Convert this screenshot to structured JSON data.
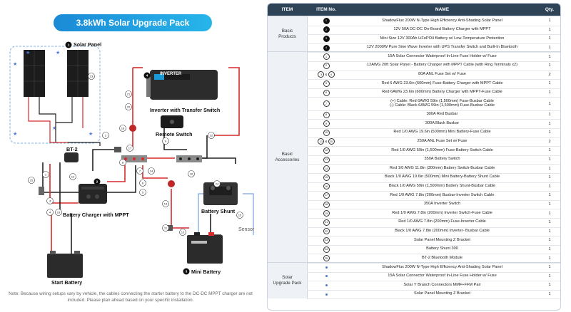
{
  "diagram": {
    "title": "3.8kWh Solar Upgrade Pack",
    "labels": {
      "solar_panel": "Solar Panel",
      "inverter": "Inverter with Transfer Switch",
      "inverter_brand": "INVERTER",
      "remote": "Remote Switch",
      "bt2": "BT-2",
      "charger": "Battery Charger with MPPT",
      "shunt": "Battery Shunt",
      "sensor": "Sensor",
      "start_battery": "Start Battery",
      "mini_battery": "Mini Battery"
    },
    "note": "Note: Because wiring setups vary by vehicle, the cables connecting the starter battery to the DC-DC MPPT charger are not included. Please plan ahead based on your specific installation."
  },
  "table": {
    "headers": {
      "item": "ITEM",
      "item_no": "ITEM No.",
      "name": "NAME",
      "qty": "Qty."
    },
    "groups": [
      {
        "label": "Basic\nProducts",
        "rows": [
          {
            "no": [
              "1"
            ],
            "style": "filled",
            "name": "ShadowFlux 200W N-Type High Efficiency Anti-Shading Solar Panel",
            "qty": "1"
          },
          {
            "no": [
              "2"
            ],
            "style": "filled",
            "name": "12V 50A DC-DC On-Board Battery Charger with MPPT",
            "qty": "1"
          },
          {
            "no": [
              "3"
            ],
            "style": "filled",
            "name": "Mini Size 12V 300Ah LiFePO4 Battery w/ Low-Temperature Protection",
            "qty": "1"
          },
          {
            "no": [
              "4"
            ],
            "style": "filled",
            "name": "12V 2000W Pure Sine Wave Inverter with UPS Transfer Switch and Built-In Bluetooth",
            "qty": "1"
          }
        ]
      },
      {
        "label": "Basic\nAccessories",
        "rows": [
          {
            "no": [
              "1"
            ],
            "style": "outline",
            "name": "15A Solar Connector Waterproof In-Line Fuse Holder w/ Fuse",
            "qty": "1"
          },
          {
            "no": [
              "2"
            ],
            "style": "outline",
            "name": "12AWG 20ft Solar Panel - Battery Charger with MPPT Cable (with Ring Terminals x2)",
            "qty": "1"
          },
          {
            "no": [
              "3",
              "4"
            ],
            "style": "outline",
            "name": "80A ANL Fuse Set w/ Fuse",
            "qty": "2"
          },
          {
            "no": [
              "5"
            ],
            "style": "outline",
            "name": "Red 6 AWG 23.6in (600mm) Fuse-Battery Charger with MPPT Cable",
            "qty": "1"
          },
          {
            "no": [
              "6"
            ],
            "style": "outline",
            "name": "Red 6AWG 23.6in (600mm)  Battery Charger with MPPT-Fuse Cable",
            "qty": "1"
          },
          {
            "no": [
              "7"
            ],
            "style": "outline",
            "tall": true,
            "name": "(+) Cable: Red 6AWG 59in (1,500mm) Fuse-Busbar Cable\n(-) Cable: Black 6AWG  59in (1,500mm) Fuse-Busbar Cable",
            "qty": "1"
          },
          {
            "no": [
              "8"
            ],
            "style": "outline",
            "name": "300A Red Busbar",
            "qty": "1"
          },
          {
            "no": [
              "9"
            ],
            "style": "outline",
            "name": "300A Black Busbar",
            "qty": "1"
          },
          {
            "no": [
              "10"
            ],
            "style": "outline",
            "name": "Red 1/0 AWG 19.6in (500mm) Mini Battery-Fuse Cable",
            "qty": "1"
          },
          {
            "no": [
              "11",
              "20"
            ],
            "style": "outline",
            "name": "250A ANL Fuse Set w/ Fuse",
            "qty": "2"
          },
          {
            "no": [
              "12"
            ],
            "style": "outline",
            "name": "Red 1/0 AWG 59in (1,500mm)  Fuse-Battery Switch Cable",
            "qty": "1"
          },
          {
            "no": [
              "13"
            ],
            "style": "outline",
            "name": "350A Battery Switch",
            "qty": "1"
          },
          {
            "no": [
              "14"
            ],
            "style": "outline",
            "name": "Red 1/0 AWG 11.8in (300mm) Battery Switch-Busbar Cable",
            "qty": "1"
          },
          {
            "no": [
              "15"
            ],
            "style": "outline",
            "name": "Black 1/0 AWG 19.6in (500mm) Mini Battery-Battery Shunt Cable",
            "qty": "1"
          },
          {
            "no": [
              "16"
            ],
            "style": "outline",
            "name": "Black 1/0 AWG 59in (1,500mm) Battery Shunt-Busbar Cable",
            "qty": "1"
          },
          {
            "no": [
              "17"
            ],
            "style": "outline",
            "name": "Red 1/0 AWG 7.8in (200mm) Busbar-Inverter Switch Cable",
            "qty": "1"
          },
          {
            "no": [
              "18"
            ],
            "style": "outline",
            "name": "350A Inverter Switch",
            "qty": "1"
          },
          {
            "no": [
              "19"
            ],
            "style": "outline",
            "name": "Red 1/0 AWG 7.8in (200mm) Inverter Switch-Fuse Cable",
            "qty": "1"
          },
          {
            "no": [
              "21"
            ],
            "style": "outline",
            "name": "Red 1/0 AWG 7.8in (200mm)  Fuse-Inverter Cable",
            "qty": "1"
          },
          {
            "no": [
              "22"
            ],
            "style": "outline",
            "name": "Black 1/0 AWG 7.8in (200mm)  Inverter- Busbar Cable",
            "qty": "1"
          },
          {
            "no": [
              "23"
            ],
            "style": "outline",
            "name": "Solar Panel Mounting Z Bracket",
            "qty": "1"
          },
          {
            "no": [
              "24"
            ],
            "style": "outline",
            "name": "Battery Shunt 300",
            "qty": "1"
          },
          {
            "no": [
              "25"
            ],
            "style": "outline",
            "name": "BT-2 Bluetooth Module",
            "qty": "1"
          }
        ]
      },
      {
        "label": "Solar\nUpgrade Pack",
        "rows": [
          {
            "no": [],
            "style": "dot",
            "name": "ShadowFlux 200W N-Type High Efficiency Anti-Shading Solar Panel",
            "qty": "1"
          },
          {
            "no": [],
            "style": "dot",
            "name": "15A Solar Connector Waterproof In-Line Fuse Holder w/ Fuse",
            "qty": "1"
          },
          {
            "no": [],
            "style": "dot",
            "name": "Solar Y Branch Connectors MMF+FFM Pair",
            "qty": "1"
          },
          {
            "no": [],
            "style": "dot",
            "name": "Solar Panel Mounting Z Bracket",
            "qty": "1"
          }
        ]
      }
    ]
  }
}
